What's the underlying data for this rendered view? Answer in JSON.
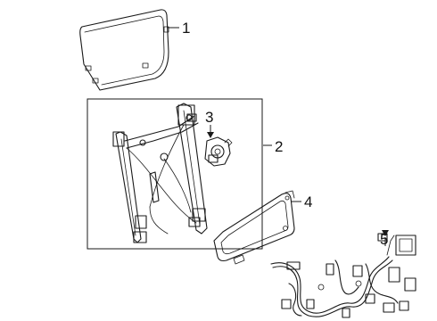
{
  "callouts": {
    "glass": "1",
    "regulator": "2",
    "motor": "3",
    "window_panel": "4",
    "harness": "5"
  },
  "colors": {
    "line": "#1a1a1a",
    "background": "#ffffff"
  }
}
